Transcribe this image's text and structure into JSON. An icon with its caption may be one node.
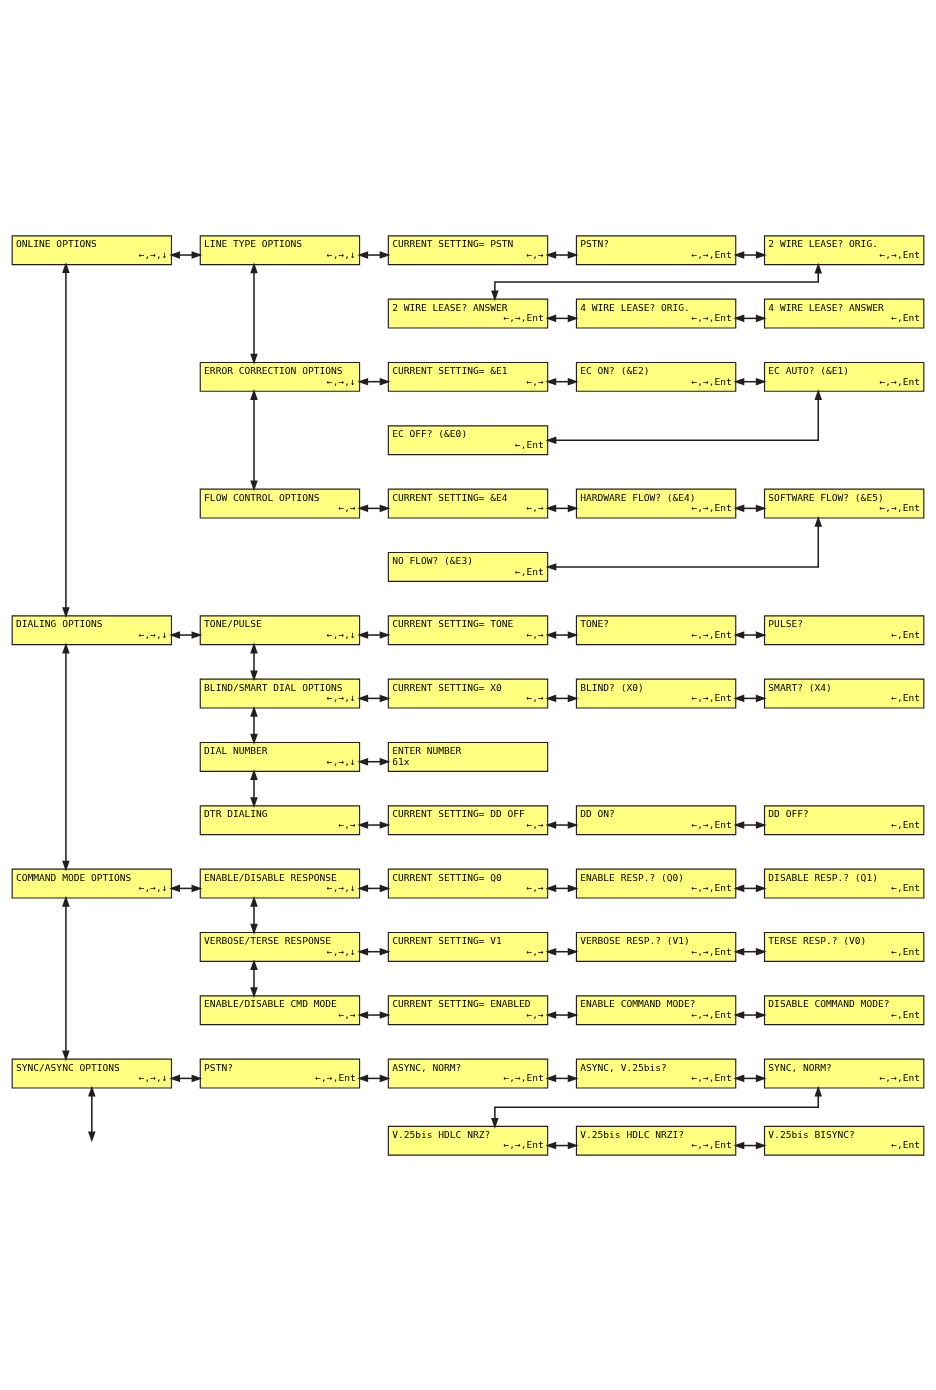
{
  "diagram": {
    "nodes": [
      {
        "text": [
          "ONLINE OPTIONS",
          "←,→,↓"
        ]
      },
      {
        "text": [
          "LINE TYPE OPTIONS",
          "←,→,↓"
        ]
      },
      {
        "text": [
          "CURRENT SETTING= PSTN",
          "←,→"
        ]
      },
      {
        "text": [
          "PSTN?",
          "←,→,Ent"
        ]
      },
      {
        "text": [
          "2 WIRE LEASE? ORIG.",
          "←,→,Ent"
        ]
      },
      {
        "text": [
          "2 WIRE LEASE? ANSWER",
          "←,→,Ent"
        ]
      },
      {
        "text": [
          "4 WIRE LEASE? ORIG.",
          "←,→,Ent"
        ]
      },
      {
        "text": [
          "4 WIRE LEASE? ANSWER",
          "←,Ent"
        ]
      },
      {
        "text": [
          "ERROR CORRECTION OPTIONS",
          "←,→,↓"
        ]
      },
      {
        "text": [
          "CURRENT SETTING= &E1",
          "←,→"
        ]
      },
      {
        "text": [
          "EC ON? (&E2)",
          "←,→,Ent"
        ]
      },
      {
        "text": [
          "EC AUTO? (&E1)",
          "←,→,Ent"
        ]
      },
      {
        "text": [
          "EC OFF? (&E0)",
          "←,Ent"
        ]
      },
      {
        "text": [
          "FLOW CONTROL OPTIONS",
          "←,→"
        ]
      },
      {
        "text": [
          "CURRENT SETTING= &E4",
          "←,→"
        ]
      },
      {
        "text": [
          "HARDWARE FLOW? (&E4)",
          "←,→,Ent"
        ]
      },
      {
        "text": [
          "SOFTWARE FLOW? (&E5)",
          "←,→,Ent"
        ]
      },
      {
        "text": [
          "NO FLOW? (&E3)",
          "←,Ent"
        ]
      },
      {
        "text": [
          "DIALING OPTIONS",
          "←,→,↓"
        ]
      },
      {
        "text": [
          "TONE/PULSE",
          "←,→,↓"
        ]
      },
      {
        "text": [
          "CURRENT SETTING= TONE",
          "←,→"
        ]
      },
      {
        "text": [
          "TONE?",
          "←,→,Ent"
        ]
      },
      {
        "text": [
          "PULSE?",
          "←,Ent"
        ]
      },
      {
        "text": [
          "BLIND/SMART DIAL OPTIONS",
          "←,→,↓"
        ]
      },
      {
        "text": [
          "CURRENT SETTING= X0",
          "←,→"
        ]
      },
      {
        "text": [
          "BLIND? (X0)",
          "←,→,Ent"
        ]
      },
      {
        "text": [
          "SMART? (X4)",
          "←,Ent"
        ]
      },
      {
        "text": [
          "DIAL NUMBER",
          "←,→,↓"
        ]
      },
      {
        "text": [
          "ENTER NUMBER",
          "61x"
        ]
      },
      {
        "text": [
          "DTR DIALING",
          "←,→"
        ]
      },
      {
        "text": [
          "CURRENT SETTING= DD OFF",
          "←,→"
        ]
      },
      {
        "text": [
          "DD ON?",
          "←,→,Ent"
        ]
      },
      {
        "text": [
          "DD OFF?",
          "←,Ent"
        ]
      },
      {
        "text": [
          "COMMAND MODE OPTIONS",
          "←,→,↓"
        ]
      },
      {
        "text": [
          "ENABLE/DISABLE RESPONSE",
          "←,→,↓"
        ]
      },
      {
        "text": [
          "CURRENT SETTING= Q0",
          "←,→"
        ]
      },
      {
        "text": [
          "ENABLE RESP.? (Q0)",
          "←,→,Ent"
        ]
      },
      {
        "text": [
          "DISABLE RESP.? (Q1)",
          "←,Ent"
        ]
      },
      {
        "text": [
          "VERBOSE/TERSE RESPONSE",
          "←,→,↓"
        ]
      },
      {
        "text": [
          "CURRENT SETTING= V1",
          "←,→"
        ]
      },
      {
        "text": [
          "VERBOSE RESP.? (V1)",
          "←,→,Ent"
        ]
      },
      {
        "text": [
          "TERSE RESP.? (V0)",
          "←,Ent"
        ]
      },
      {
        "text": [
          "ENABLE/DISABLE CMD MODE",
          "←,→"
        ]
      },
      {
        "text": [
          "CURRENT SETTING= ENABLED",
          "←,→"
        ]
      },
      {
        "text": [
          "ENABLE COMMAND MODE?",
          "←,→,Ent"
        ]
      },
      {
        "text": [
          "DISABLE COMMAND MODE?",
          "←,Ent"
        ]
      },
      {
        "text": [
          "SYNC/ASYNC OPTIONS",
          "←,→,↓"
        ]
      },
      {
        "text": [
          "PSTN?",
          "←,→,Ent"
        ]
      },
      {
        "text": [
          "ASYNC, NORM?",
          "←,→,Ent"
        ]
      },
      {
        "text": [
          "ASYNC, V.25bis?",
          "←,→,Ent"
        ]
      },
      {
        "text": [
          "SYNC, NORM?",
          "←,→,Ent"
        ]
      },
      {
        "text": [
          "V.25bis HDLC NRZ?",
          "←,→,Ent"
        ]
      },
      {
        "text": [
          "V.25bis HDLC NRZI?",
          "←,→,Ent"
        ]
      },
      {
        "text": [
          "V.25bis BISYNC?",
          "←,Ent"
        ]
      }
    ],
    "edges": [
      {
        "from": 0,
        "to": 1,
        "arrow": "both"
      },
      {
        "from": 1,
        "to": 2,
        "arrow": "both"
      },
      {
        "from": 2,
        "to": 3,
        "arrow": "both"
      },
      {
        "from": 3,
        "to": 4,
        "arrow": "both"
      },
      {
        "from": 4,
        "to": 5,
        "arrow": "both"
      },
      {
        "from": 5,
        "to": 6,
        "arrow": "both"
      },
      {
        "from": 6,
        "to": 7,
        "arrow": "both"
      },
      {
        "from": 0,
        "to": 18,
        "arrow": "both"
      },
      {
        "from": 1,
        "to": 8,
        "arrow": "both"
      },
      {
        "from": 8,
        "to": 9,
        "arrow": "both"
      },
      {
        "from": 9,
        "to": 10,
        "arrow": "both"
      },
      {
        "from": 10,
        "to": 11,
        "arrow": "both"
      },
      {
        "from": 11,
        "to": 12,
        "arrow": "both"
      },
      {
        "from": 8,
        "to": 13,
        "arrow": "both"
      },
      {
        "from": 13,
        "to": 14,
        "arrow": "both"
      },
      {
        "from": 14,
        "to": 15,
        "arrow": "both"
      },
      {
        "from": 15,
        "to": 16,
        "arrow": "both"
      },
      {
        "from": 16,
        "to": 17,
        "arrow": "both"
      },
      {
        "from": 18,
        "to": 19,
        "arrow": "both"
      },
      {
        "from": 19,
        "to": 20,
        "arrow": "both"
      },
      {
        "from": 20,
        "to": 21,
        "arrow": "both"
      },
      {
        "from": 21,
        "to": 22,
        "arrow": "both"
      },
      {
        "from": 19,
        "to": 23,
        "arrow": "both"
      },
      {
        "from": 23,
        "to": 24,
        "arrow": "both"
      },
      {
        "from": 24,
        "to": 25,
        "arrow": "both"
      },
      {
        "from": 25,
        "to": 26,
        "arrow": "both"
      },
      {
        "from": 23,
        "to": 27,
        "arrow": "both"
      },
      {
        "from": 27,
        "to": 28,
        "arrow": "both"
      },
      {
        "from": 27,
        "to": 29,
        "arrow": "both"
      },
      {
        "from": 29,
        "to": 30,
        "arrow": "both"
      },
      {
        "from": 30,
        "to": 31,
        "arrow": "both"
      },
      {
        "from": 31,
        "to": 32,
        "arrow": "both"
      },
      {
        "from": 18,
        "to": 33,
        "arrow": "both"
      },
      {
        "from": 33,
        "to": 34,
        "arrow": "both"
      },
      {
        "from": 34,
        "to": 35,
        "arrow": "both"
      },
      {
        "from": 35,
        "to": 36,
        "arrow": "both"
      },
      {
        "from": 36,
        "to": 37,
        "arrow": "both"
      },
      {
        "from": 34,
        "to": 38,
        "arrow": "both"
      },
      {
        "from": 38,
        "to": 39,
        "arrow": "both"
      },
      {
        "from": 39,
        "to": 40,
        "arrow": "both"
      },
      {
        "from": 40,
        "to": 41,
        "arrow": "both"
      },
      {
        "from": 38,
        "to": 42,
        "arrow": "both"
      },
      {
        "from": 42,
        "to": 43,
        "arrow": "both"
      },
      {
        "from": 43,
        "to": 44,
        "arrow": "both"
      },
      {
        "from": 44,
        "to": 45,
        "arrow": "both"
      },
      {
        "from": 33,
        "to": 46,
        "arrow": "both"
      },
      {
        "from": 46,
        "to": 47,
        "arrow": "both"
      },
      {
        "from": 47,
        "to": 48,
        "arrow": "both"
      },
      {
        "from": 48,
        "to": 49,
        "arrow": "both"
      },
      {
        "from": 49,
        "to": 50,
        "arrow": "both"
      },
      {
        "from": 50,
        "to": 51,
        "arrow": "both"
      },
      {
        "from": 51,
        "to": 52,
        "arrow": "both"
      },
      {
        "from": 52,
        "to": 53,
        "arrow": "both"
      },
      {
        "from": 46,
        "to": null,
        "arrow": "both"
      }
    ]
  }
}
